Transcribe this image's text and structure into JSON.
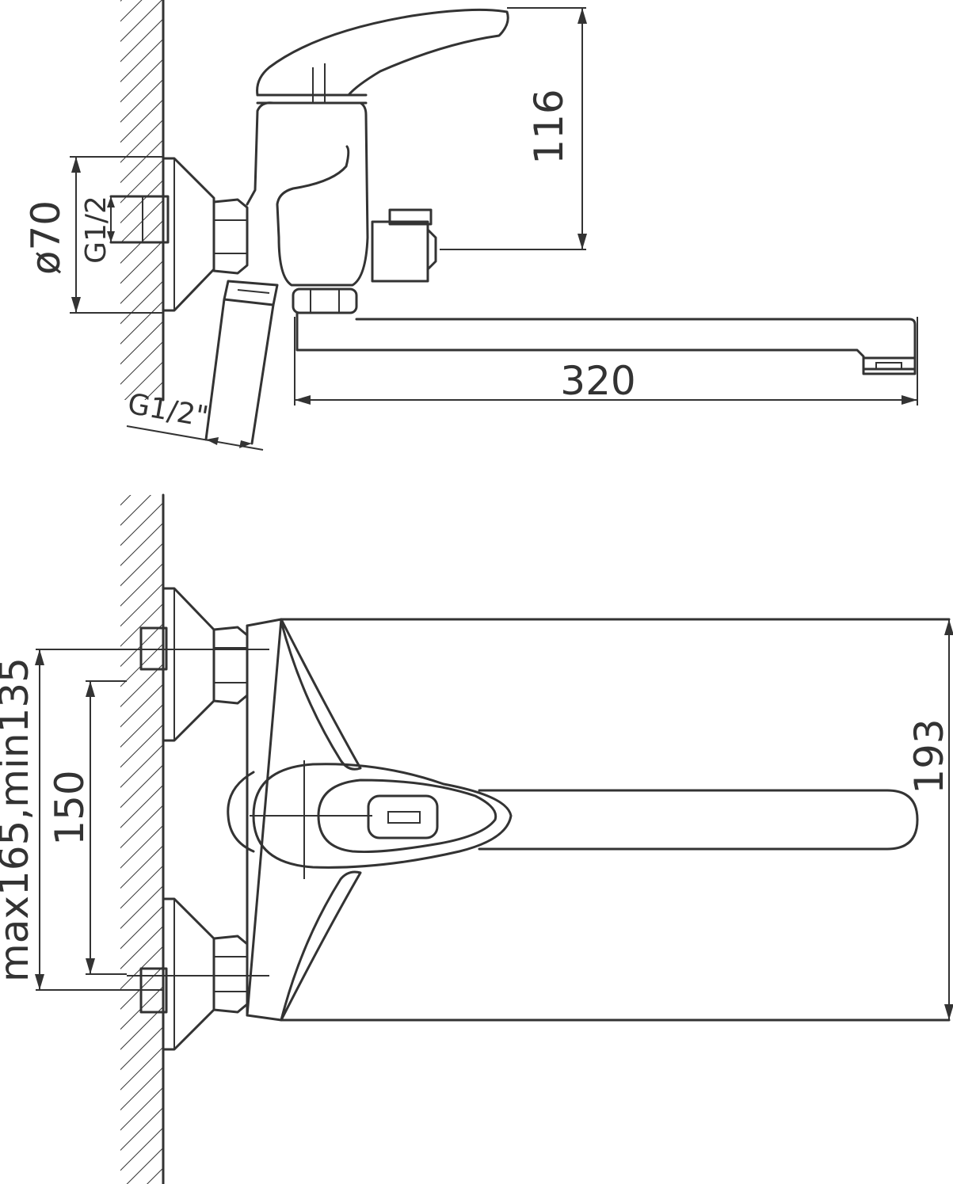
{
  "colors": {
    "line": "#333333",
    "background": "#ffffff"
  },
  "side_view": {
    "dim_height": "116",
    "dim_diameter": "ø70",
    "dim_thread_inner": "G1/2",
    "dim_thread_hose": "G1/2\"",
    "dim_spout_length": "320"
  },
  "front_view": {
    "dim_total_height": "193",
    "dim_spacing": "150",
    "dim_range": "max165,min135"
  }
}
